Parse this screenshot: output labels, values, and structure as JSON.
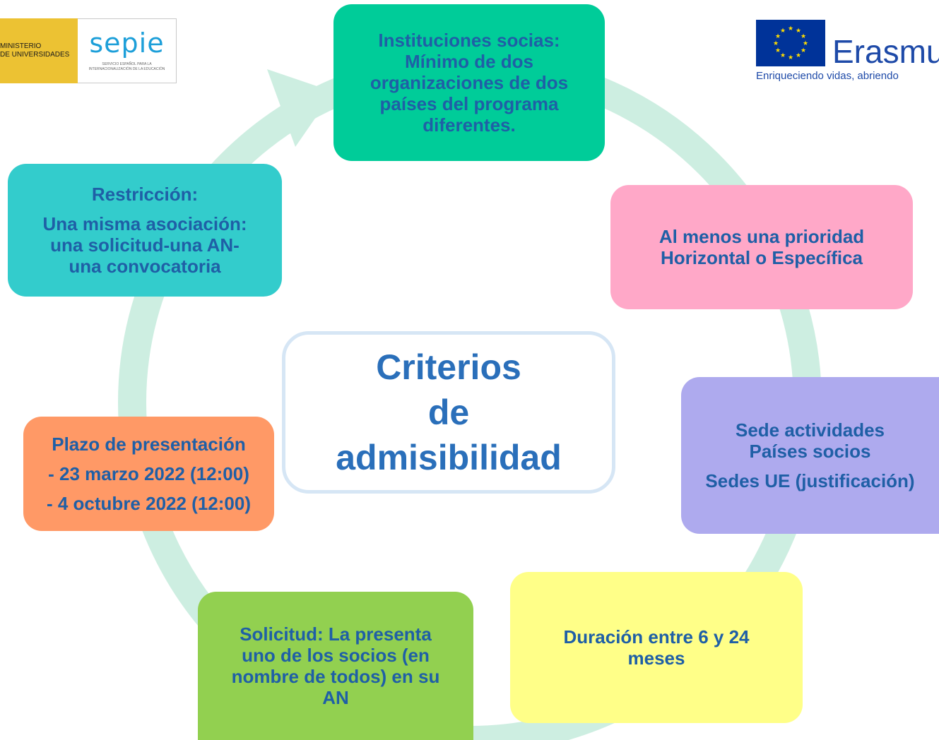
{
  "title": [
    "Criterios",
    "de",
    "admisibilidad"
  ],
  "boxes": {
    "instituciones": [
      "Instituciones socias:",
      "Mínimo de dos",
      "organizaciones de dos",
      "países del programa",
      "diferentes."
    ],
    "prioridad": [
      "Al menos una prioridad",
      "Horizontal o Específica"
    ],
    "sede": [
      "Sede actividades",
      "Países socios",
      "Sedes UE (justificación)"
    ],
    "duracion": [
      "Duración entre 6 y 24",
      "meses"
    ],
    "solicitud": [
      "Solicitud: La presenta",
      "uno de los socios (en",
      "nombre de todos) en su",
      "AN"
    ],
    "plazo": [
      "Plazo de presentación",
      "- 23 marzo 2022 (12:00)",
      "- 4 octubre 2022 (12:00)"
    ],
    "restriccion": [
      "Restricción:",
      "Una misma asociación:",
      "una solicitud-una AN-",
      "una convocatoria"
    ]
  },
  "logos": {
    "ministerio": [
      "MINISTERIO",
      "DE UNIVERSIDADES"
    ],
    "sepie": "sepie",
    "sepie_sub": [
      "SERVICIO ESPAÑOL PARA LA",
      "INTERNACIONALIZACIÓN DE LA EDUCACIÓN"
    ],
    "erasmus": "Erasmu",
    "erasmus_tagline": "Enriqueciendo vidas, abriendo"
  },
  "colors": {
    "ring": "#cdeee1",
    "instituciones": "#00cc99",
    "prioridad": "#ffa8c8",
    "sede": "#aeaaee",
    "duracion": "#ffff88",
    "solicitud": "#92d050",
    "plazo": "#ff9966",
    "restriccion": "#33cccc",
    "text": "#1f5fa6"
  }
}
